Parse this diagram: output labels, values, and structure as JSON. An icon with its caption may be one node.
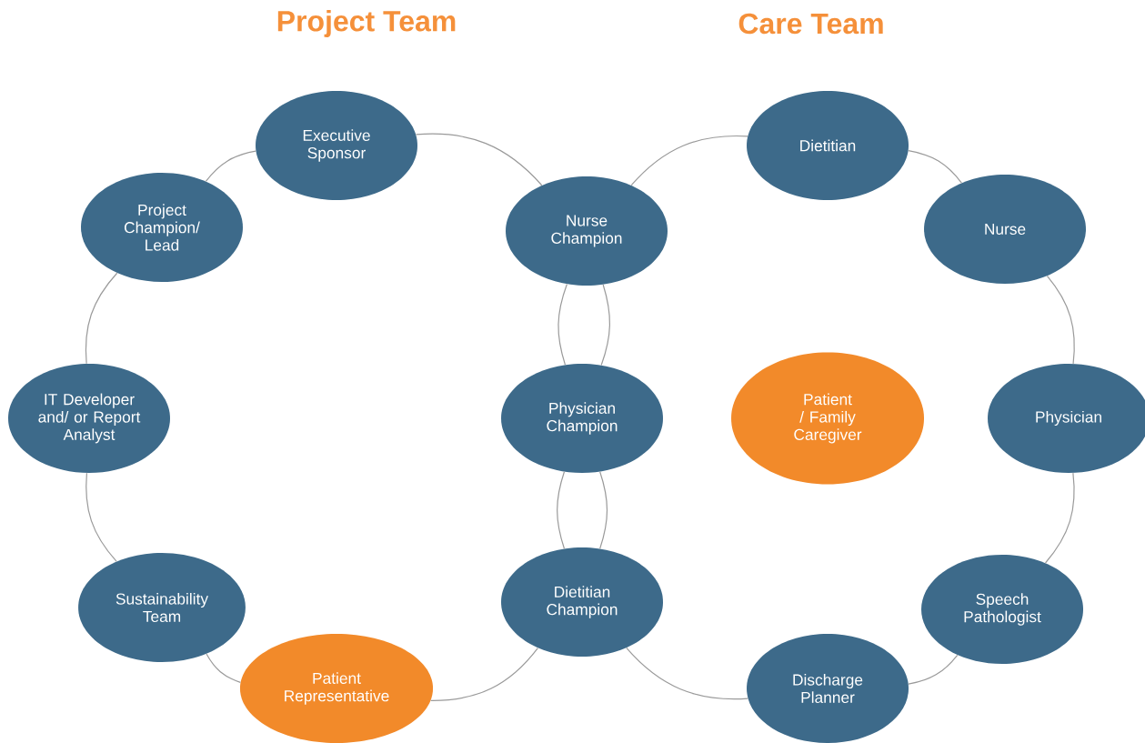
{
  "diagram": {
    "nodes": [
      {
        "text": [
          "Executive Sponsor"
        ]
      },
      {
        "text": [
          "Project Champion/ Lead"
        ]
      },
      {
        "text": [
          "IT Developer and/ or Report Analyst"
        ]
      },
      {
        "text": [
          "Sustainability Team"
        ]
      },
      {
        "text": [
          "Patient Representative"
        ]
      },
      {
        "text": [
          "Nurse Champion"
        ]
      },
      {
        "text": [
          "Physician Champion"
        ]
      },
      {
        "text": [
          "Dietitian Champion"
        ]
      },
      {
        "text": [
          "Dietitian"
        ]
      },
      {
        "text": [
          "Nurse"
        ]
      },
      {
        "text": [
          "Physician"
        ]
      },
      {
        "text": [
          "Speech Pathologist"
        ]
      },
      {
        "text": [
          "Discharge Planner"
        ]
      },
      {
        "text": [
          "Patient / Family Caregiver"
        ]
      }
    ],
    "edges": [
      {
        "from": 0,
        "to": 1,
        "arrow": "none"
      },
      {
        "from": 1,
        "to": 2,
        "arrow": "none"
      },
      {
        "from": 2,
        "to": 3,
        "arrow": "none"
      },
      {
        "from": 3,
        "to": 4,
        "arrow": "none"
      },
      {
        "from": 4,
        "to": 7,
        "arrow": "none"
      },
      {
        "from": 7,
        "to": 6,
        "arrow": "none"
      },
      {
        "from": 6,
        "to": 5,
        "arrow": "none"
      },
      {
        "from": 5,
        "to": 0,
        "arrow": "none"
      },
      {
        "from": 5,
        "to": 8,
        "arrow": "none"
      },
      {
        "from": 8,
        "to": 9,
        "arrow": "none"
      },
      {
        "from": 9,
        "to": 10,
        "arrow": "none"
      },
      {
        "from": 10,
        "to": 11,
        "arrow": "none"
      },
      {
        "from": 11,
        "to": 12,
        "arrow": "none"
      },
      {
        "from": 12,
        "to": 7,
        "arrow": "none"
      },
      {
        "from": 7,
        "to": 6,
        "arrow": "none"
      },
      {
        "from": 6,
        "to": 5,
        "arrow": "none"
      }
    ],
    "labels": [
      "Project Team",
      "Care Team"
    ]
  }
}
